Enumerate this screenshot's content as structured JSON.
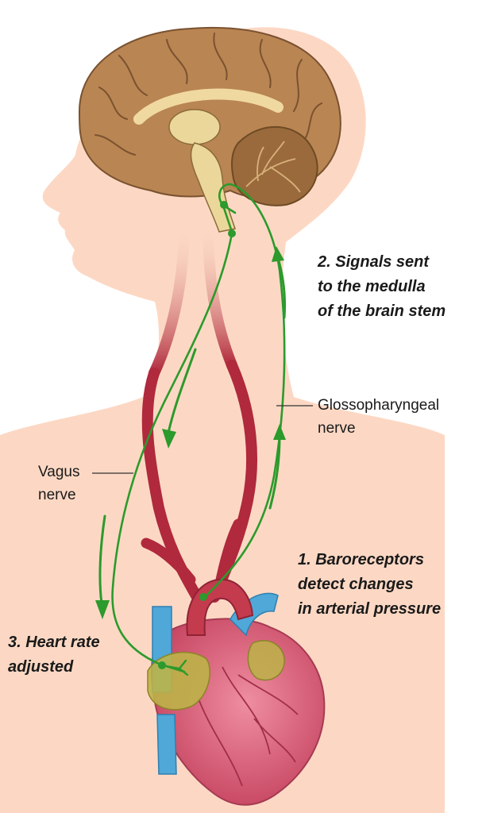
{
  "labels": {
    "signals": [
      "2. Signals sent",
      "to the medulla",
      "of the brain stem"
    ],
    "glossopharyngeal": [
      "Glossopharyngeal",
      "nerve"
    ],
    "vagus": [
      "Vagus",
      "nerve"
    ],
    "baroreceptors": [
      "1. Baroreceptors",
      "detect changes",
      "in arterial pressure"
    ],
    "heart_rate": [
      "3. Heart rate",
      "adjusted"
    ]
  },
  "colors": {
    "skin": "#fcd8c4",
    "brain": "#b98552",
    "cerebellum": "#9a6a3c",
    "artery": "#b0293c",
    "vein": "#4fa8d8",
    "nerve": "#2c9a2c",
    "heart": "#d9607a",
    "node": "#b8b040"
  }
}
